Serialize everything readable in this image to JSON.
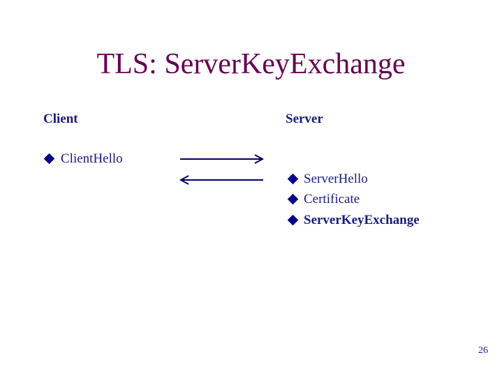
{
  "slide": {
    "title": "TLS: ServerKeyExchange",
    "page_number": "26"
  },
  "columns": {
    "client_heading": "Client",
    "server_heading": "Server"
  },
  "client_messages": [
    "ClientHello"
  ],
  "server_messages": [
    "ServerHello",
    "Certificate",
    "ServerKeyExchange"
  ],
  "colors": {
    "title": "#660050",
    "text": "#1a1a80",
    "bullet": "#000088",
    "arrow": "#000066"
  }
}
